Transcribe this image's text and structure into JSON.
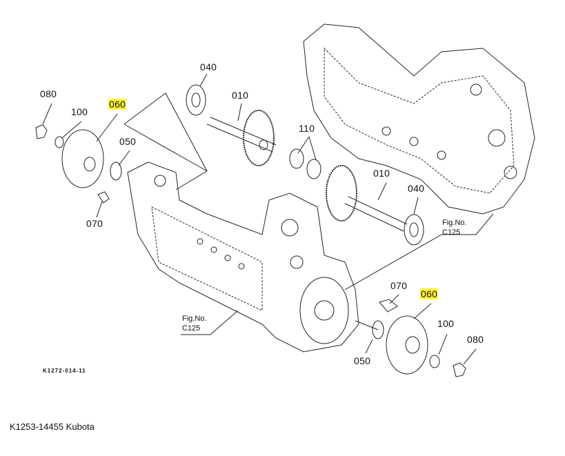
{
  "diagram": {
    "part_labels": [
      {
        "id": "040",
        "highlighted": false
      },
      {
        "id": "010",
        "highlighted": false
      },
      {
        "id": "080",
        "highlighted": false
      },
      {
        "id": "100",
        "highlighted": false
      },
      {
        "id": "060",
        "highlighted": true
      },
      {
        "id": "050",
        "highlighted": false
      },
      {
        "id": "070",
        "highlighted": false
      },
      {
        "id": "110",
        "highlighted": false
      },
      {
        "id": "010",
        "highlighted": false
      },
      {
        "id": "040",
        "highlighted": false
      },
      {
        "id": "070",
        "highlighted": false
      },
      {
        "id": "060",
        "highlighted": true
      },
      {
        "id": "100",
        "highlighted": false
      },
      {
        "id": "080",
        "highlighted": false
      },
      {
        "id": "050",
        "highlighted": false
      }
    ],
    "fig_refs": [
      {
        "line1": "Fig.No.",
        "line2": "C125"
      },
      {
        "line1": "Fig.No.",
        "line2": "C125"
      }
    ],
    "drawing_code": "K1272-014-11",
    "highlight_color": "#fff23a"
  },
  "caption": "K1253-14455 Kubota"
}
